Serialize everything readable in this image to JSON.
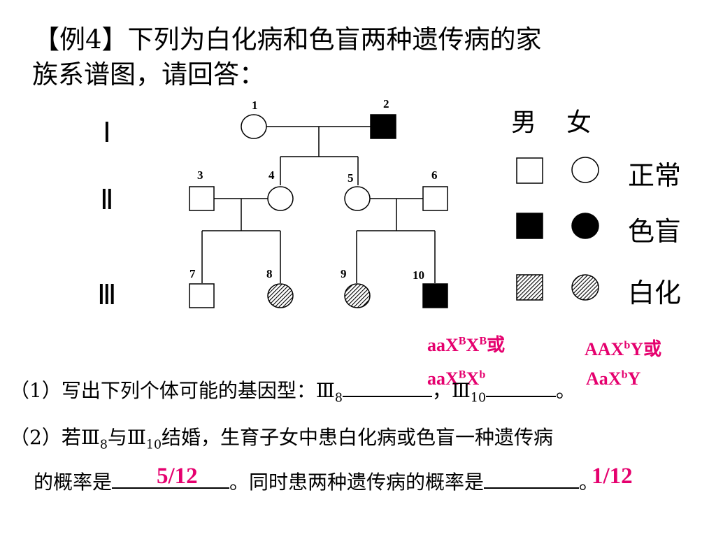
{
  "title": {
    "line1": "【例4】下列为白化病和色盲两种遗传病的家",
    "line2": "族系谱图，请回答："
  },
  "generations": [
    "Ⅰ",
    "Ⅱ",
    "Ⅲ"
  ],
  "individuals": [
    {
      "id": "1",
      "sex": "female",
      "status": "normal"
    },
    {
      "id": "2",
      "sex": "male",
      "status": "color-blind"
    },
    {
      "id": "3",
      "sex": "male",
      "status": "normal"
    },
    {
      "id": "4",
      "sex": "female",
      "status": "normal"
    },
    {
      "id": "5",
      "sex": "female",
      "status": "normal"
    },
    {
      "id": "6",
      "sex": "male",
      "status": "normal"
    },
    {
      "id": "7",
      "sex": "male",
      "status": "normal"
    },
    {
      "id": "8",
      "sex": "female",
      "status": "albinism"
    },
    {
      "id": "9",
      "sex": "female",
      "status": "albinism"
    },
    {
      "id": "10",
      "sex": "male",
      "status": "color-blind"
    }
  ],
  "legend": {
    "male": "男",
    "female": "女",
    "normal": "正常",
    "colorblind": "色盲",
    "albinism": "白化"
  },
  "colors": {
    "answer": "#e5006e",
    "ink": "#000000"
  },
  "question1": {
    "prefix": "（1）写出下列个体可能的基因型：",
    "roman": "Ⅲ",
    "sub1": "8",
    "comma": "，",
    "sub2": "10",
    "end": "。"
  },
  "answer1a": {
    "line1_a": "aaX",
    "line1_sup1": "B",
    "line1_b": "X",
    "line1_sup2": "B",
    "line1_c": "或",
    "line2_a": "aaX",
    "line2_sup1": "B",
    "line2_b": "X",
    "line2_sup2": "b"
  },
  "answer1b": {
    "line1_a": "AAX",
    "line1_sup": "b",
    "line1_b": "Y或",
    "line2_a": "AaX",
    "line2_sup": "b",
    "line2_b": "Y"
  },
  "question2": {
    "prefix": "（2）若",
    "roman": "Ⅲ",
    "sub1": "8",
    "mid": "与",
    "sub2": "10",
    "suffix": "结婚，生育子女中患白化病或色盲一种遗传病",
    "line2_prefix": "的概率是",
    "line2_mid": "。同时患两种遗传病的概率是",
    "line2_end": "。",
    "answer_a": "5/12",
    "answer_b": "1/12"
  }
}
